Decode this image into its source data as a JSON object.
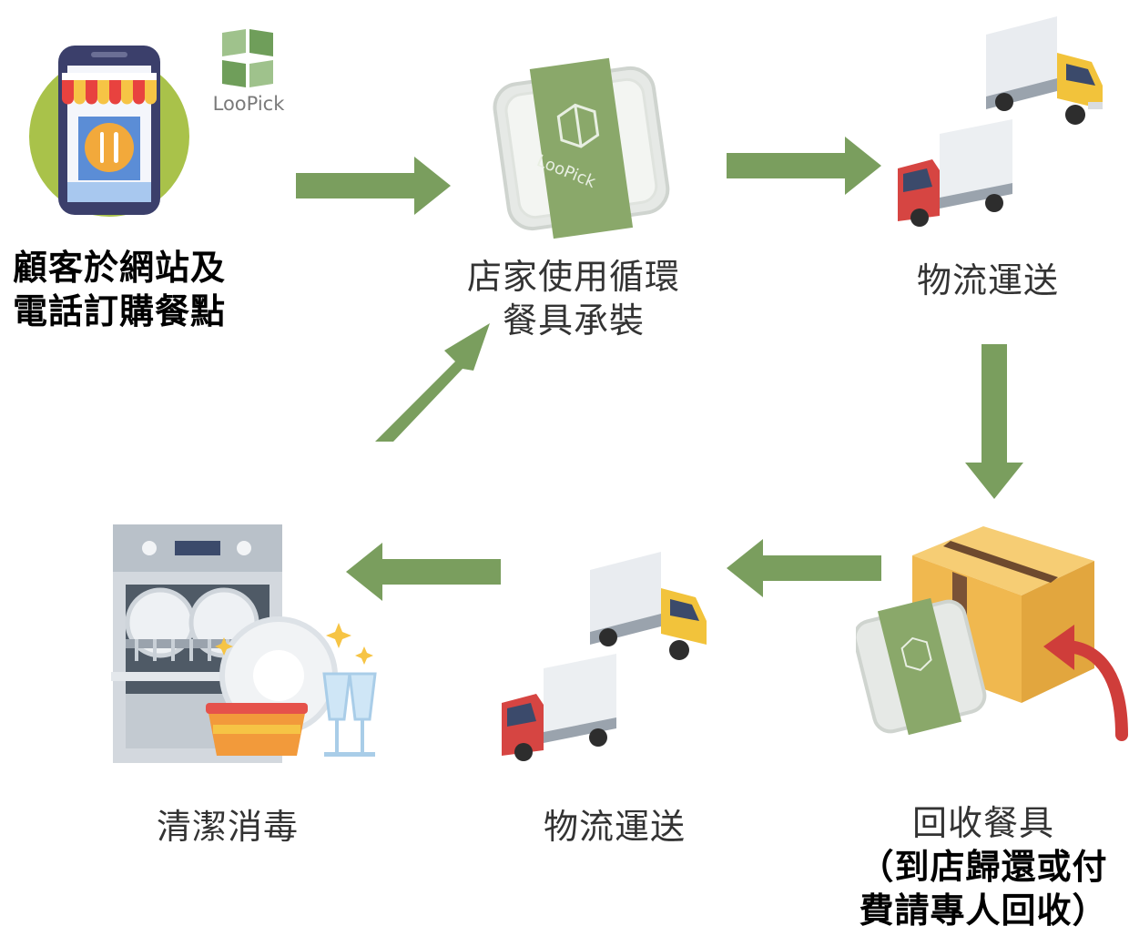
{
  "brand": {
    "logo_text": "LooPick",
    "container_text": "LooPick"
  },
  "steps": [
    {
      "id": "order",
      "lines": [
        "顧客於網站及",
        "電話訂購餐點"
      ]
    },
    {
      "id": "pack",
      "lines": [
        "店家使用循環",
        "餐具承裝"
      ]
    },
    {
      "id": "ship1",
      "lines": [
        "物流運送"
      ]
    },
    {
      "id": "collect",
      "lines": [
        "回收餐具",
        "（到店歸還或付",
        "費請專人回收）"
      ]
    },
    {
      "id": "ship2",
      "lines": [
        "物流運送"
      ]
    },
    {
      "id": "clean",
      "lines": [
        "清潔消毒"
      ]
    }
  ],
  "colors": {
    "arrow": "#7a9e5e",
    "container_band": "#8aa86a",
    "return_arrow": "#cf3d3a",
    "box": "#f0b84f"
  }
}
